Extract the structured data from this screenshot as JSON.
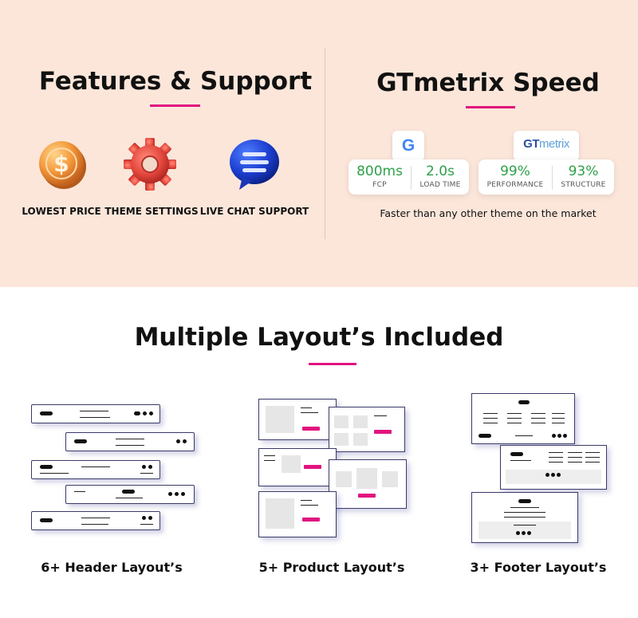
{
  "features": {
    "title": "Features & Support",
    "items": [
      {
        "label": "LOWEST PRICE",
        "icon": "dollar-coin-icon"
      },
      {
        "label": "THEME SETTINGS",
        "icon": "gear-icon"
      },
      {
        "label": "LIVE CHAT SUPPORT",
        "icon": "chat-bubble-icon"
      }
    ]
  },
  "speed": {
    "title": "GTmetrix Speed",
    "google_logo": "G",
    "gtmetrix_logo": {
      "gt": "GT",
      "metrix": "metrix"
    },
    "google_stats": [
      {
        "value": "800ms",
        "label": "FCP"
      },
      {
        "value": "2.0s",
        "label": "LOAD TIME"
      }
    ],
    "gtmetrix_stats": [
      {
        "value": "99%",
        "label": "PERFORMANCE"
      },
      {
        "value": "93%",
        "label": "STRUCTURE"
      }
    ],
    "tagline": "Faster than any other theme on the market"
  },
  "layouts": {
    "title": "Multiple Layout’s Included",
    "items": [
      {
        "label": "6+ Header Layout’s"
      },
      {
        "label": "5+ Product Layout’s"
      },
      {
        "label": "3+ Footer Layout’s"
      }
    ]
  },
  "colors": {
    "accent": "#e2137f",
    "top_bg": "#fce6da",
    "stat_green": "#2fa04a"
  }
}
